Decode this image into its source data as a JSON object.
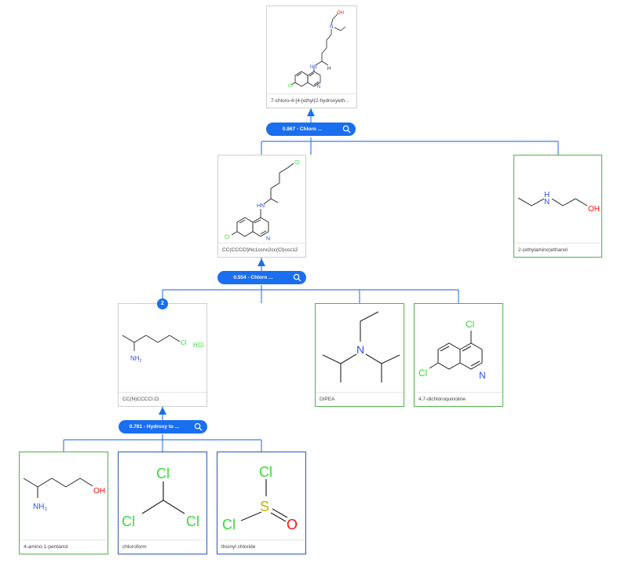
{
  "reactions": [
    {
      "label": "0.867 - Chloro ..."
    },
    {
      "label": "0.554 - Chloro ..."
    },
    {
      "label": "0.781 - Hydroxy to ..."
    }
  ],
  "molecules": {
    "target": {
      "label": "7-chloro-4-[4-[ethyl(2-hydroxyeth..."
    },
    "intermediate1": {
      "label": "CC(CCCCl)Nc1ccnc2cc(Cl)ccc12"
    },
    "ethylaminoethanol": {
      "label": "2-(ethylamino)ethanol"
    },
    "intermediate2": {
      "label": "CC(N)CCCCl.Cl",
      "badge": "2"
    },
    "dipea": {
      "label": "DIPEA"
    },
    "dichloroquinoline": {
      "label": "4,7-dichloroquinoline"
    },
    "aminopentanol": {
      "label": "4-amino-1-pentanol"
    },
    "chloroform": {
      "label": "chloroform"
    },
    "thionyl": {
      "label": "thionyl chloride"
    }
  },
  "atoms": {
    "oh": "OH",
    "n": "N",
    "hn": "HN",
    "h": "H",
    "cl": "Cl",
    "nh2": "NH",
    "nh2_sub": "2",
    "hcl": "HCl",
    "s": "S",
    "o": "O",
    "h_small": "H"
  },
  "colors": {
    "accent": "#1a6ef0",
    "connector": "#3e7ff0",
    "green_border": "#52b04c",
    "blue_border": "#2e55b8",
    "cl": "#33dd33",
    "n": "#3050f8",
    "o": "#ff0d0d",
    "s": "#c8b400"
  }
}
